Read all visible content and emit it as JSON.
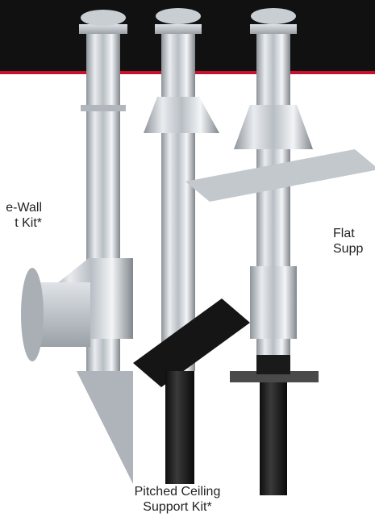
{
  "colors": {
    "band": "#111111",
    "accent": "#c8102e",
    "background": "#ffffff",
    "text": "#222222",
    "steel": "#c9ced3",
    "dark-pipe": "#1e1e1e"
  },
  "labels": {
    "left": {
      "line1": "e-Wall",
      "line2": "t Kit*"
    },
    "right": {
      "line1": "Flat",
      "line2": "Supp"
    },
    "center": {
      "line1": "Pitched Ceiling",
      "line2": "Support Kit*"
    }
  },
  "image": {
    "subject": "stainless-steel-chimney-kits"
  }
}
